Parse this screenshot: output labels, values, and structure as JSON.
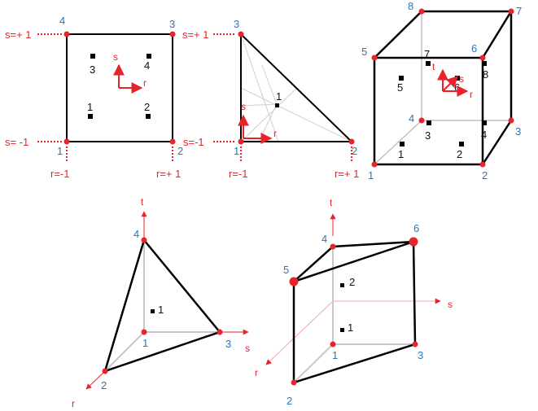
{
  "colors": {
    "node": "#e8232a",
    "node_label": "#2e75b6",
    "edge": "#000000",
    "hidden_edge": "#c0c0c0",
    "axis": "#e8232a",
    "point": "#000000"
  },
  "quad": {
    "nodes": [
      "1",
      "2",
      "3",
      "4"
    ],
    "points": [
      "1",
      "2",
      "3",
      "4"
    ],
    "s_top": "s=+ 1",
    "s_bottom": "s= -1",
    "r_left": "r=-1",
    "r_right": "r=+ 1",
    "axis_s": "s",
    "axis_r": "r"
  },
  "tri": {
    "nodes": [
      "1",
      "2",
      "3"
    ],
    "points": [
      "1"
    ],
    "s_top": "s=+ 1",
    "s_bottom": "s=-1",
    "r_left": "r=-1",
    "r_right": "r=+ 1",
    "axis_s": "s",
    "axis_r": "r"
  },
  "hexa": {
    "nodes": [
      "1",
      "2",
      "3",
      "4",
      "5",
      "6",
      "7",
      "8"
    ],
    "points": [
      "1",
      "2",
      "3",
      "4",
      "5",
      "6",
      "7",
      "8"
    ],
    "axis_t": "t",
    "axis_s": "s",
    "axis_r": "r"
  },
  "tetra": {
    "nodes": [
      "1",
      "2",
      "3",
      "4"
    ],
    "points": [
      "1"
    ],
    "axis_t": "t",
    "axis_s": "s",
    "axis_r": "r"
  },
  "wedge": {
    "nodes": [
      "1",
      "2",
      "3",
      "4",
      "5",
      "6"
    ],
    "points": [
      "1",
      "2"
    ],
    "axis_t": "t",
    "axis_s": "s",
    "axis_r": "r"
  }
}
